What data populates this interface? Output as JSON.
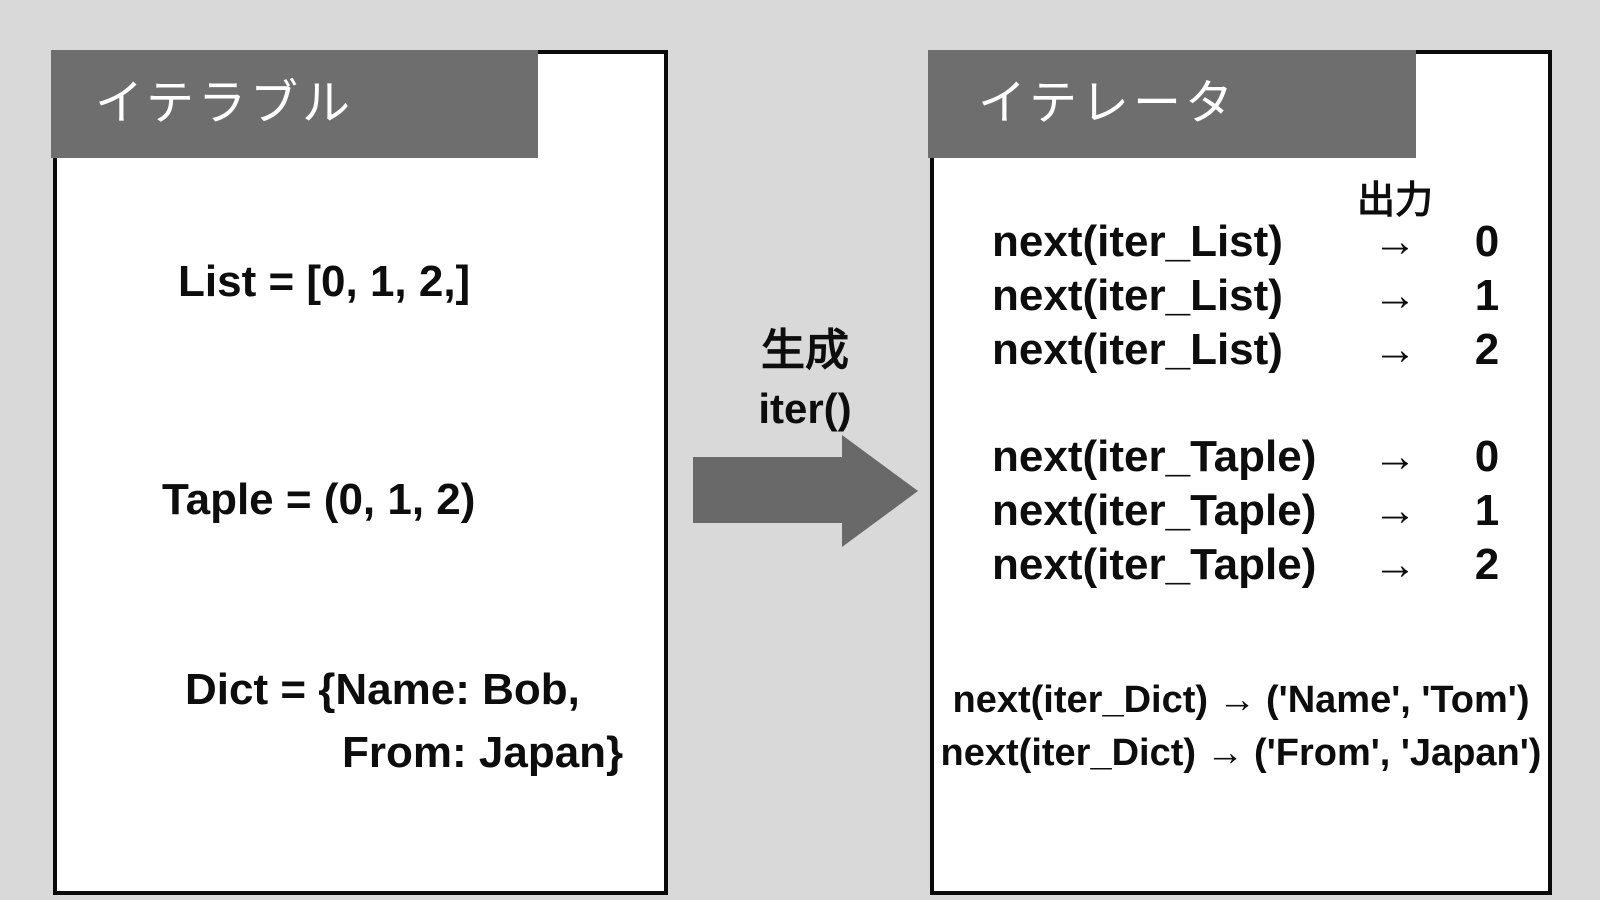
{
  "theme": {
    "background": "#d9d9d9",
    "panel_background": "#ffffff",
    "header_background": "#6e6e6e",
    "arrow_color": "#696969",
    "border_color": "#0a0a0a",
    "text_color": "#0d0d0d",
    "header_text_color": "#ffffff"
  },
  "iterable_panel": {
    "title": "イテラブル",
    "list_line": "List = [0, 1, 2,]",
    "taple_line": "Taple = (0, 1, 2)",
    "dict_line_1": "Dict = {Name: Bob,",
    "dict_line_2": "From: Japan}"
  },
  "transform": {
    "label": "生成",
    "function": "iter()",
    "arrow_icon": "right-arrow"
  },
  "iterator_panel": {
    "title": "イテレータ",
    "output_label": "出力",
    "rows": [
      {
        "call": "next(iter_List)",
        "arrow": "→",
        "result": "0"
      },
      {
        "call": "next(iter_List)",
        "arrow": "→",
        "result": "1"
      },
      {
        "call": "next(iter_List)",
        "arrow": "→",
        "result": "2"
      },
      {
        "call": "next(iter_Taple)",
        "arrow": "→",
        "result": "0"
      },
      {
        "call": "next(iter_Taple)",
        "arrow": "→",
        "result": "1"
      },
      {
        "call": "next(iter_Taple)",
        "arrow": "→",
        "result": "2"
      }
    ],
    "dict_rows": [
      {
        "call": "next(iter_Dict)",
        "arrow": "→",
        "result": "('Name', 'Tom')"
      },
      {
        "call": "next(iter_Dict)",
        "arrow": "→",
        "result": "('From', 'Japan')"
      }
    ]
  }
}
